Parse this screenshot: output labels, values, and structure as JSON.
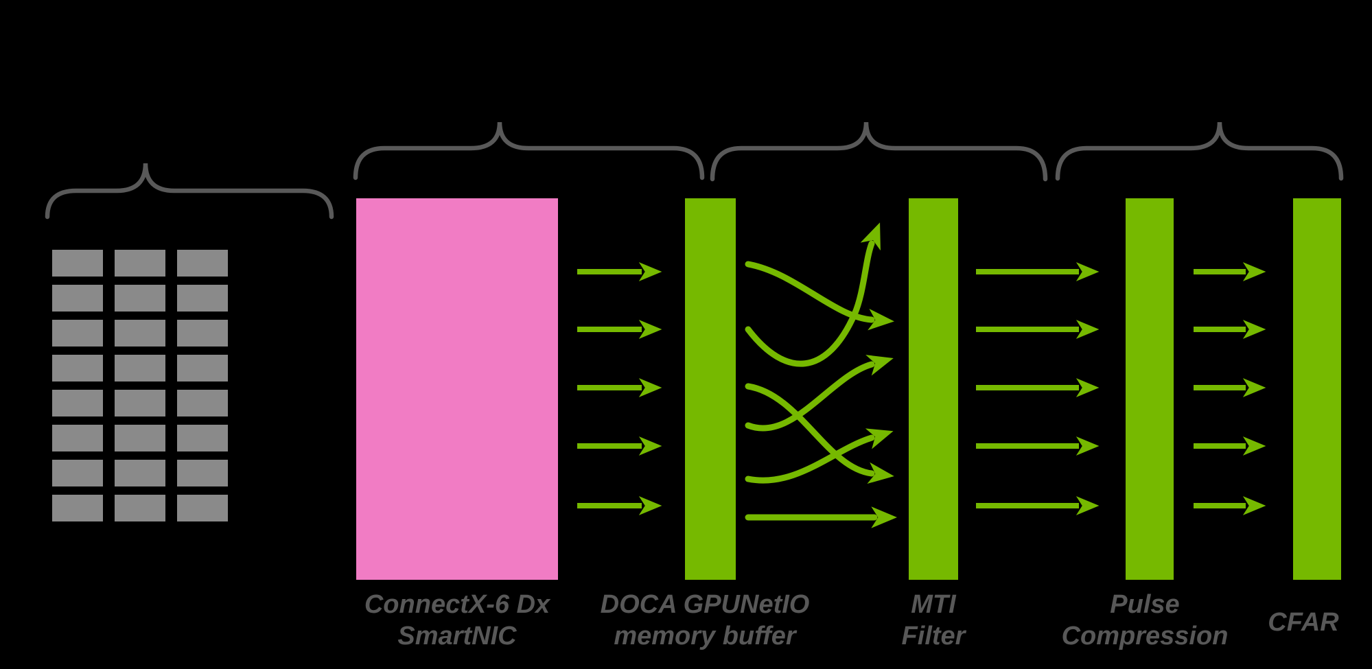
{
  "diagram": {
    "background": "#000000",
    "colors": {
      "nvidia_green": "#76B900",
      "pink": "#F17CC4",
      "packet_gray": "#8A8A8A",
      "brace_gray": "#595959",
      "label_gray": "#585858"
    },
    "packet_grid": {
      "rows": 8,
      "columns": 3
    },
    "arrows_per_link": 5,
    "reorder_streams": 6,
    "brace_count": 4,
    "stages": [
      {
        "label": "ConnectX-6 Dx\nSmartNIC"
      },
      {
        "label": "DOCA GPUNetIO\nmemory buffer"
      },
      {
        "label": "MTI\nFilter"
      },
      {
        "label": "Pulse\nCompression"
      },
      {
        "label": "CFAR"
      }
    ]
  }
}
